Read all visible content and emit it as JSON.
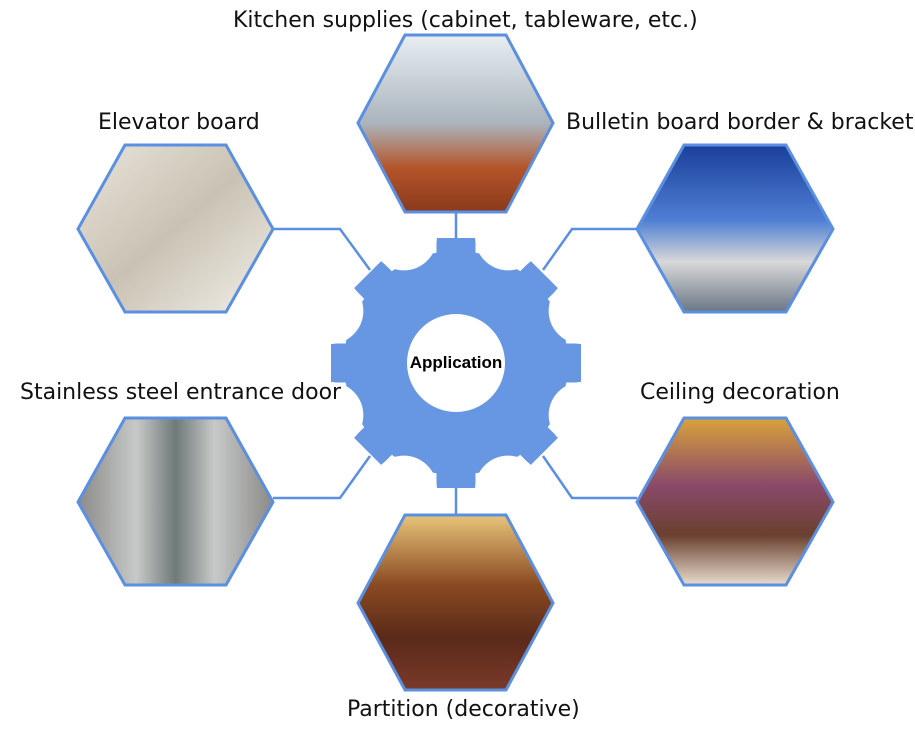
{
  "center": {
    "label": "Application"
  },
  "colors": {
    "gear": "#6797e2",
    "border": "#5b8fe0",
    "line": "#5b8fe0"
  },
  "applications": [
    {
      "id": "kitchen",
      "label": "Kitchen supplies (cabinet, tableware, etc.)"
    },
    {
      "id": "elevator",
      "label": "Elevator board"
    },
    {
      "id": "bulletin",
      "label": "Bulletin board border & bracket"
    },
    {
      "id": "door",
      "label": "Stainless steel entrance door"
    },
    {
      "id": "ceiling",
      "label": "Ceiling decoration"
    },
    {
      "id": "partition",
      "label": "Partition (decorative)"
    }
  ]
}
